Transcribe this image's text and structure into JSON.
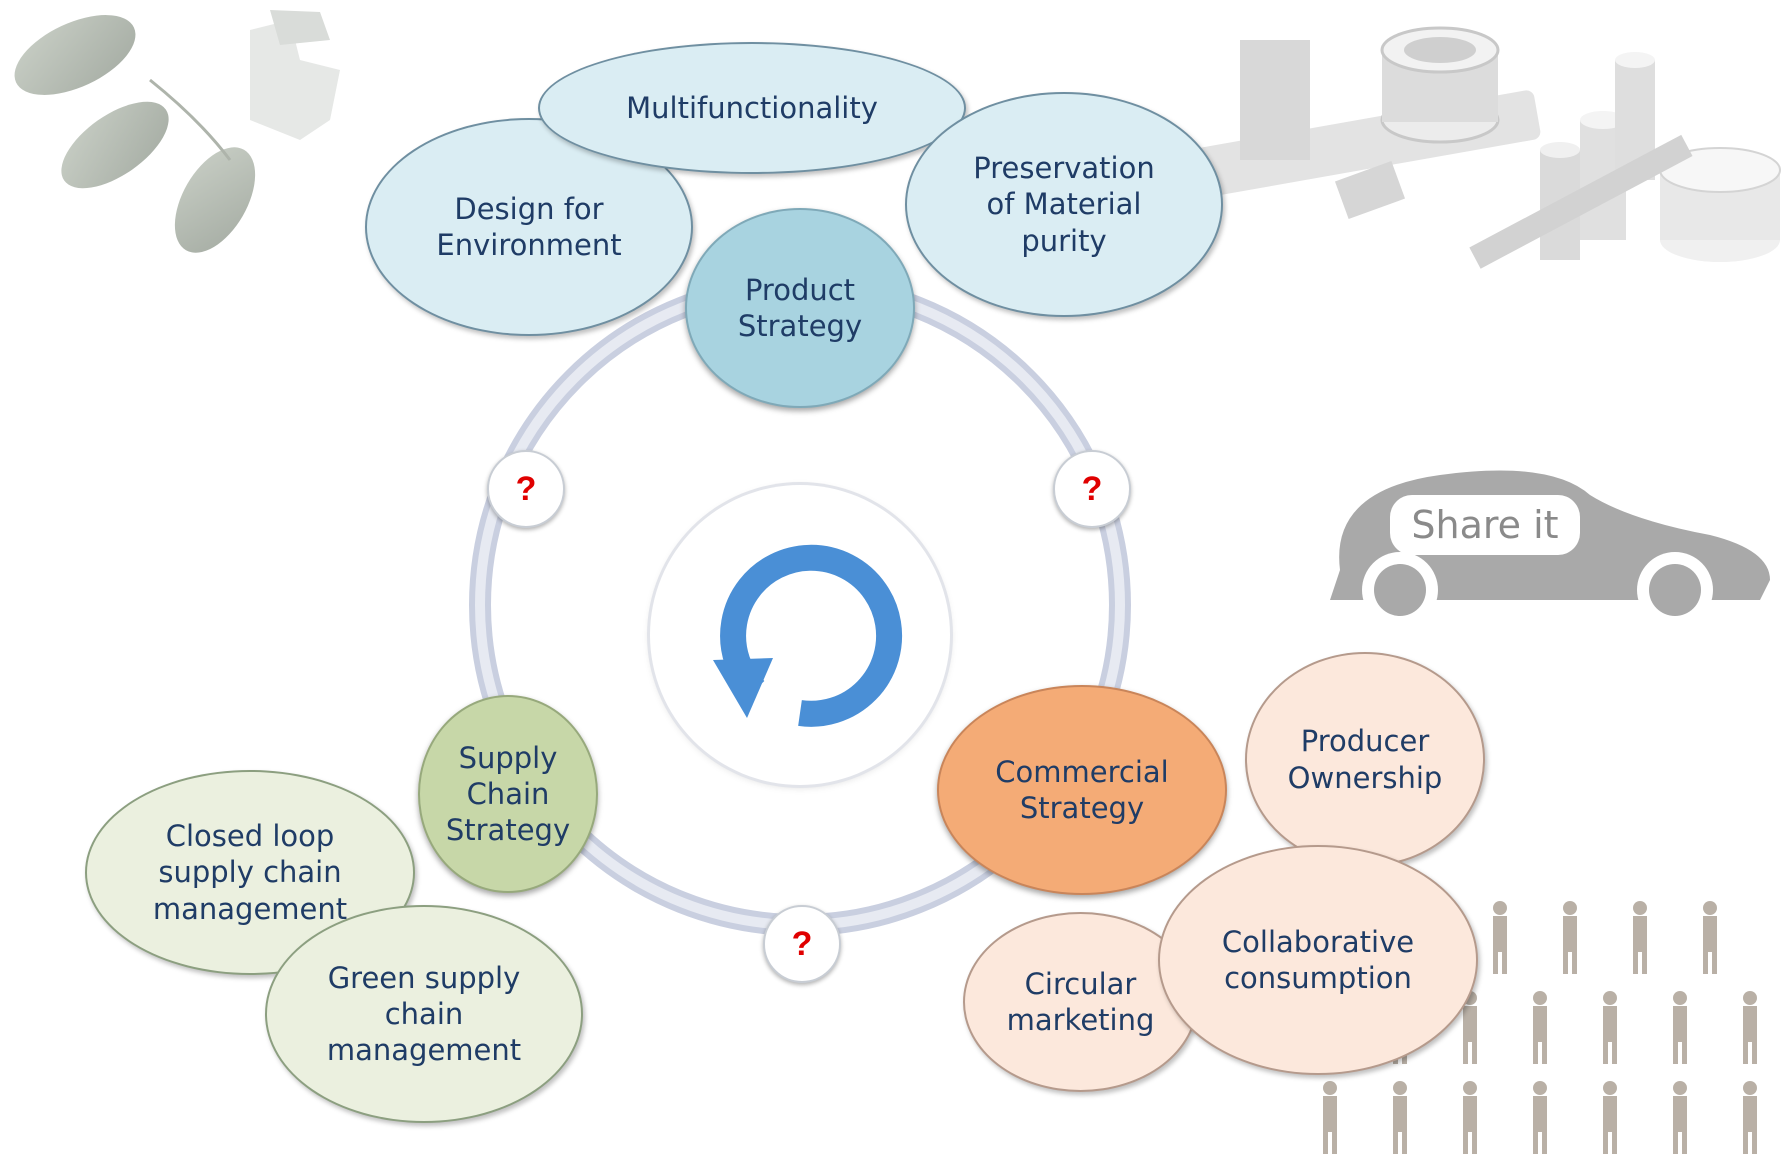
{
  "colors": {
    "product": "#a8d3e0",
    "supply": "#c7d7a8",
    "commercial": "#f4ab76",
    "text": "#1f3c66",
    "question": "#e00000",
    "cycle_arrow": "#4a8fd6"
  },
  "core": {
    "product": "Product\nStrategy",
    "supply": "Supply\nChain\nStrategy",
    "commercial": "Commercial\nStrategy"
  },
  "question_mark": "?",
  "product_group": {
    "design": "Design for\nEnvironment",
    "multi": "Multifunctionality",
    "preservation": "Preservation\nof Material\npurity"
  },
  "supply_group": {
    "closed": "Closed loop\nsupply chain\nmanagement",
    "green": "Green supply\nchain\nmanagement"
  },
  "commercial_group": {
    "producer": "Producer\nOwnership",
    "collab": "Collaborative\nconsumption",
    "circular": "Circular\nmarketing"
  },
  "illustrations": {
    "car_sign": "Share it",
    "center_icon": "cycle-arrow-icon"
  }
}
